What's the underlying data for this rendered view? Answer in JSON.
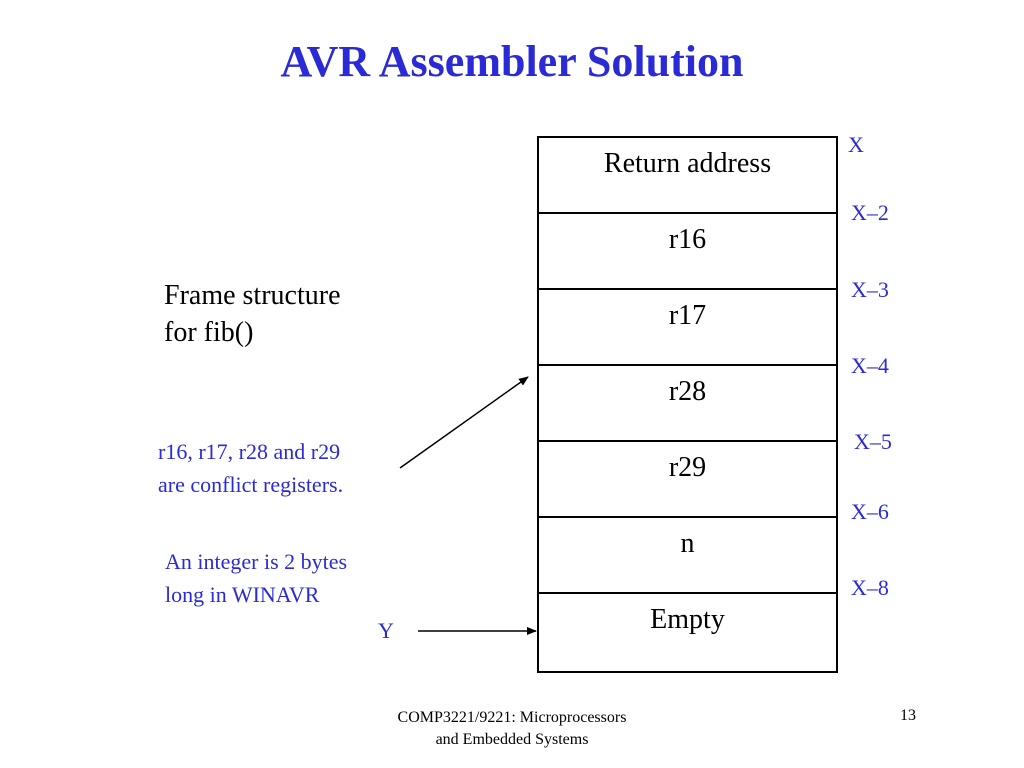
{
  "slide": {
    "title": "AVR Assembler Solution",
    "frame_caption_line1": "Frame structure",
    "frame_caption_line2": "for fib()",
    "conflict_note_line1": "r16, r17, r28 and r29",
    "conflict_note_line2": "are conflict registers.",
    "integer_note_line1": "An integer is 2 bytes",
    "integer_note_line2": "long in WINAVR",
    "y_label": "Y",
    "stack_cells": [
      "Return address",
      "r16",
      "r17",
      "r28",
      "r29",
      "n",
      "Empty"
    ],
    "offset_labels": [
      "X",
      "X–2",
      "X–3",
      "X–4",
      "X–5",
      "X–6",
      "X–8"
    ],
    "footer_line1": "COMP3221/9221: Microprocessors",
    "footer_line2": "and Embedded Systems",
    "page_number": "13",
    "accent_color": "#2b2bd6"
  }
}
